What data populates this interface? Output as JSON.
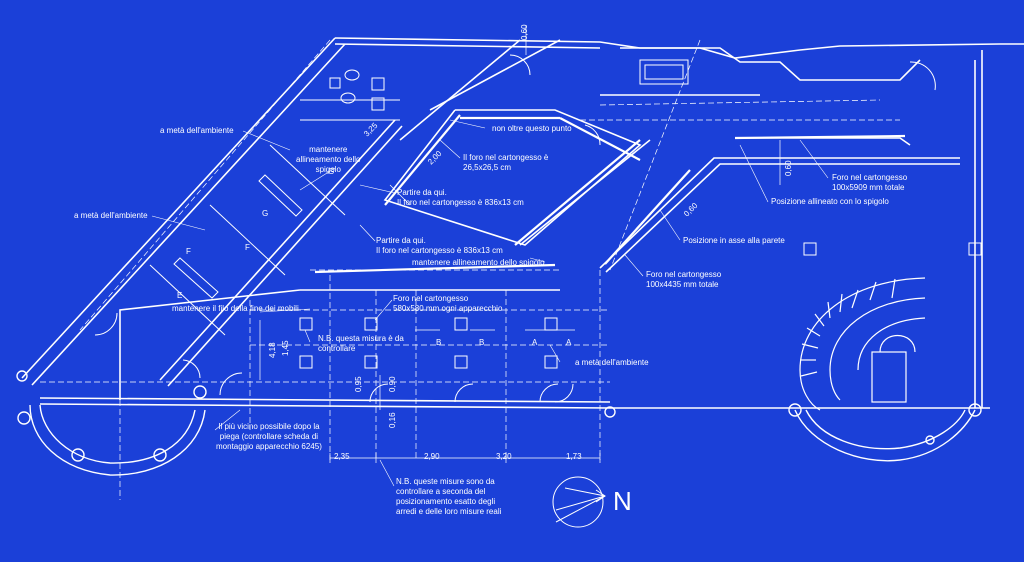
{
  "notes": {
    "meta_ambiente_1": "a metà dell'ambiente",
    "meta_ambiente_2": "a metà dell'ambiente",
    "meta_ambiente_3": "a metà dell'ambiente",
    "mantenere_allineamento": "mantenere\nallineamento dello\nspigolo",
    "non_oltre": "non oltre questo punto",
    "foro_265": "Il foro nel cartongesso è\n26,5x26,5 cm",
    "partire_1": "Partire da qui.\nIl foro nel cartongesso è 836x13 cm",
    "partire_2": "Partire da qui.\nIl foro nel cartongesso è 836x13 cm",
    "mantenere_spigolo": "mantenere allineamento dello spigolo",
    "mantenere_filo": "mantenere il filo della fine dei mobili",
    "foro_580": "Foro nel cartongesso\n580x580 mm ogni apparecchio",
    "nb_misura": "N.B. questa misura è da\ncontrollare",
    "piu_vicino": "Il più vicino possibile dopo la\npiega (controllare scheda di\nmontaggio apparecchio 6245)",
    "nb_queste": "N.B. queste misure sono da\ncontrollare a seconda del\nposizionamento esatto degli\narredi e delle loro misure reali",
    "foro_5909": "Foro nel cartongesso\n100x5909 mm totale",
    "posizione_spigolo": "Posizione allineato con lo spigolo",
    "posizione_asse": "Posizione in asse alla parete",
    "foro_4435": "Foro nel cartongesso\n100x4435 mm totale"
  },
  "dimensions": {
    "d_0_60_top": "0,60",
    "d_3_25": "3,25",
    "d_2_00": "2,00",
    "d_0_60_right": "0,60",
    "d_0_60_diag": "0,60",
    "d_4_18": "4,18",
    "d_1_45": "1,45",
    "d_0_95": "0,95",
    "d_0_90": "0,90",
    "d_0_16": "0,16",
    "d_2_35": "2,35",
    "d_2_90": "2,90",
    "d_3_20": "3,20",
    "d_1_73": "1,73",
    "d_B1": "B",
    "d_B2": "B",
    "d_A1": "A",
    "d_A2": "A",
    "room_G1": "G",
    "room_G2": "G",
    "room_F1": "F",
    "room_F2": "F",
    "room_E": "E"
  },
  "compass": {
    "letter": "N"
  },
  "colors": {
    "background": "#1b40d8",
    "line": "#ffffff"
  }
}
